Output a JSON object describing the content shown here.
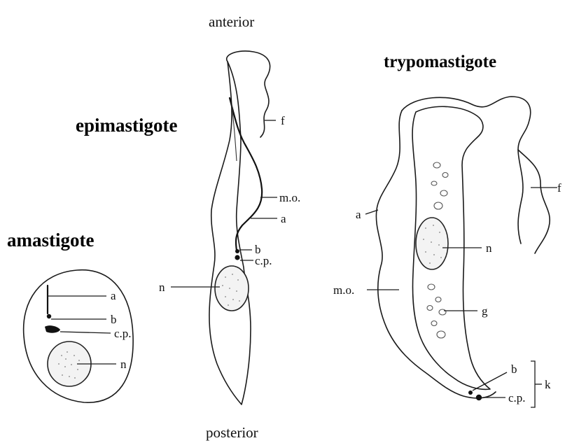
{
  "orientation": {
    "anterior": "anterior",
    "posterior": "posterior"
  },
  "amastigote": {
    "title": "amastigote",
    "labels": {
      "a": "a",
      "b": "b",
      "cp": "c.p.",
      "n": "n"
    }
  },
  "epimastigote": {
    "title": "epimastigote",
    "labels": {
      "f": "f",
      "mo": "m.o.",
      "a": "a",
      "b": "b",
      "cp": "c.p.",
      "n": "n"
    }
  },
  "trypomastigote": {
    "title": "trypomastigote",
    "labels": {
      "f": "f",
      "a": "a",
      "n": "n",
      "mo": "m.o.",
      "g": "g",
      "b": "b",
      "cp": "c.p.",
      "k": "k"
    }
  }
}
